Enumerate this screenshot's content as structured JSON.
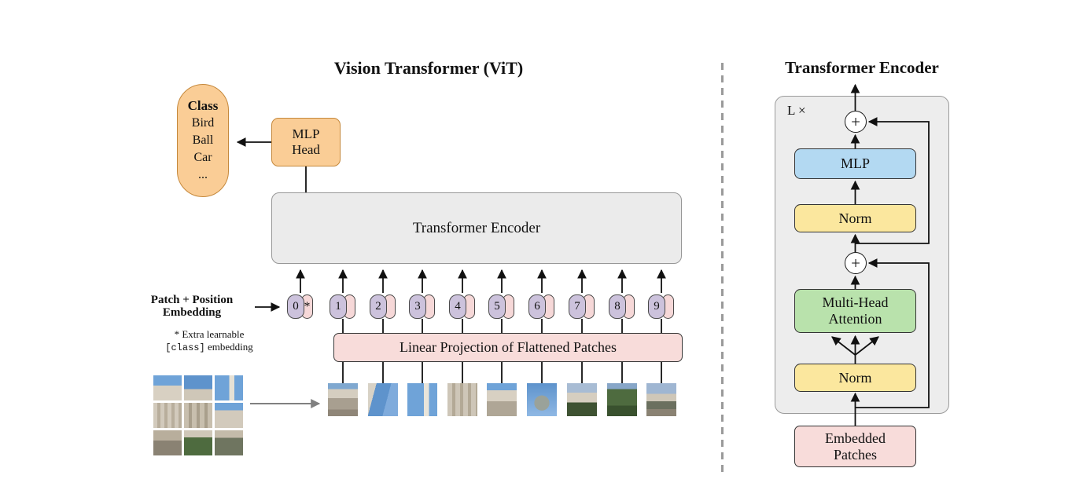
{
  "colors": {
    "orange_fill": "#FACD96",
    "orange_border": "#C5883B",
    "encoder_gray_fill": "#EBEBEB",
    "pink_fill": "#F8DCDA",
    "purple_token_fill": "#CCC2DC",
    "mlp_blue_fill": "#B3D9F2",
    "norm_yellow_fill": "#FBE79E",
    "attention_green_fill": "#B9E2AC",
    "line_color": "#111111"
  },
  "vit": {
    "title": "Vision Transformer (ViT)",
    "class_bubble": [
      "Class",
      "Bird",
      "Ball",
      "Car",
      "..."
    ],
    "mlp_head": [
      "MLP",
      "Head"
    ],
    "encoder_box_label": "Transformer Encoder",
    "patch_position_label": [
      "Patch + Position",
      "Embedding"
    ],
    "note_line1": "* Extra learnable",
    "note_class_token": "[class]",
    "note_line2_rest": "embedding",
    "linear_projection_label": "Linear Projection of Flattened Patches",
    "tokens": [
      "0",
      "1",
      "2",
      "3",
      "4",
      "5",
      "6",
      "7",
      "8",
      "9"
    ],
    "class_token_star": "*"
  },
  "encoder_detail": {
    "title": "Transformer Encoder",
    "loop_label": "L ×",
    "plus_symbol": "+",
    "mlp_label": "MLP",
    "norm_upper_label": "Norm",
    "norm_lower_label": "Norm",
    "mha_label": [
      "Multi-Head",
      "Attention"
    ],
    "embedded_patches_label": [
      "Embedded",
      "Patches"
    ]
  }
}
